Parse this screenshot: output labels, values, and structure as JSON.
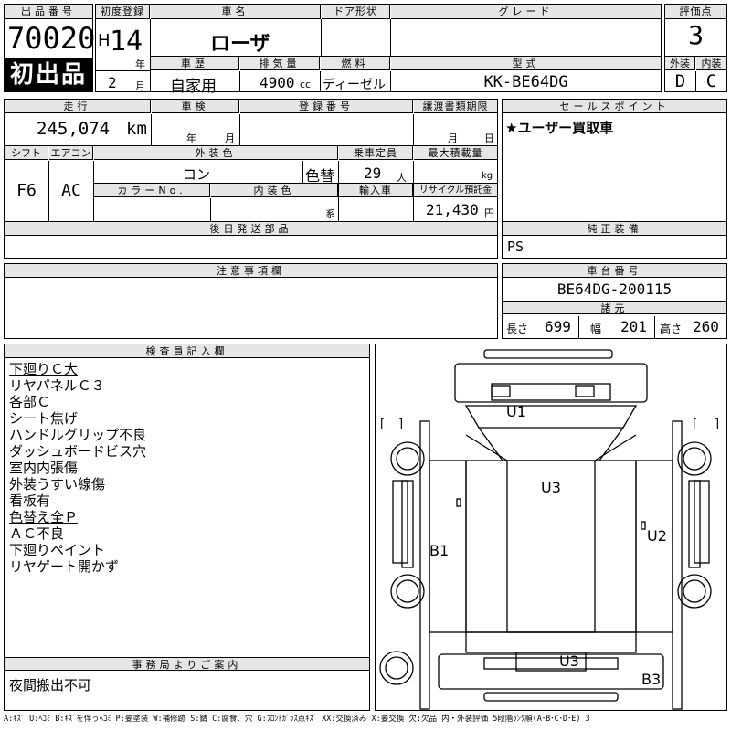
{
  "header": {
    "lot_label": "出品番号",
    "lot_number": "70020",
    "first_listing_badge": "初出品",
    "first_reg_label": "初度登録",
    "era": "H",
    "year": "14",
    "year_unit": "年",
    "month": "2",
    "month_unit": "月",
    "car_name_label": "車名",
    "car_name": "ローザ",
    "door_label": "ドア形状",
    "door_value": "",
    "grade_label": "グレード",
    "grade_value": "",
    "score_label": "評価点",
    "score": "3",
    "history_label": "車歴",
    "history": "自家用",
    "displacement_label": "排気量",
    "displacement": "4900",
    "displacement_unit": "cc",
    "fuel_label": "燃料",
    "fuel": "ディーゼル",
    "model_label": "型式",
    "model": "KK-BE64DG",
    "ext_grade_label": "外装",
    "ext_grade": "D",
    "int_grade_label": "内装",
    "int_grade": "C"
  },
  "row2": {
    "mileage_label": "走行",
    "mileage": "245,074",
    "mileage_unit": "km",
    "inspection_label": "車検",
    "inspection_year_unit": "年",
    "inspection_month_unit": "月",
    "reg_no_label": "登録番号",
    "reg_no": "",
    "transfer_label": "譲渡書類期限",
    "transfer_month_unit": "月",
    "transfer_day_unit": "日",
    "sales_label": "セールスポイント",
    "sales_text": "★ユーザー買取車",
    "shift_label": "シフト",
    "shift": "F6",
    "ac_label": "エアコン",
    "ac": "AC",
    "ext_color_label": "外装色",
    "ext_color": "コン",
    "color_change": "色替",
    "capacity_label": "乗車定員",
    "capacity": "29",
    "capacity_unit": "人",
    "max_load_label": "最大積載量",
    "max_load_unit": "kg",
    "color_no_label": "カラーNo.",
    "int_color_label": "内装色",
    "int_color_unit": "系",
    "import_label": "輸入車",
    "recycle_label": "リサイクル預託金",
    "recycle": "21,430",
    "recycle_unit": "円",
    "later_parts_label": "後日発送部品",
    "equip_label": "純正装備",
    "equip": "PS"
  },
  "notes": {
    "caution_label": "注意事項欄",
    "chassis_label": "車台番号",
    "chassis": "BE64DG-200115",
    "dims_label": "諸元",
    "length_label": "長さ",
    "length": "699",
    "width_label": "幅",
    "width": "201",
    "height_label": "高さ",
    "height": "260"
  },
  "inspector": {
    "title": "検査員記入欄",
    "lines": [
      {
        "text": "下廻りＣ大",
        "underline": true
      },
      {
        "text": "リヤパネルＣ３",
        "underline": false
      },
      {
        "text": "各部Ｃ",
        "underline": true
      },
      {
        "text": "シート焦げ",
        "underline": false
      },
      {
        "text": "ハンドルグリップ不良",
        "underline": false
      },
      {
        "text": "ダッシュボードビス穴",
        "underline": false
      },
      {
        "text": "室内内張傷",
        "underline": false
      },
      {
        "text": "外装うすい線傷",
        "underline": false
      },
      {
        "text": "看板有",
        "underline": false
      },
      {
        "text": "色替え全Ｐ",
        "underline": true
      },
      {
        "text": "ＡＣ不良",
        "underline": false
      },
      {
        "text": "下廻りペイント",
        "underline": false
      },
      {
        "text": "リヤゲート開かず",
        "underline": false
      }
    ],
    "office_label": "事務局よりご案内",
    "office_text": "夜間搬出不可"
  },
  "diagram": {
    "marks": [
      "U1",
      "U3",
      "U2",
      "B1",
      "U3",
      "B3"
    ]
  },
  "legend": "A:ｷｽﾞ U:ﾍｺﾐ B:ｷｽﾞを伴うﾍｺﾐ P:要塗装 W:補修跡 S:錆 C:腐食、穴 G:ﾌﾛﾝﾄｶﾞﾗｽ点ｷｽﾞ XX:交換済み X:要交換 欠:欠品 内・外装評価 5段階ﾗﾝｸ順(A･B･C･D･E) 3"
}
